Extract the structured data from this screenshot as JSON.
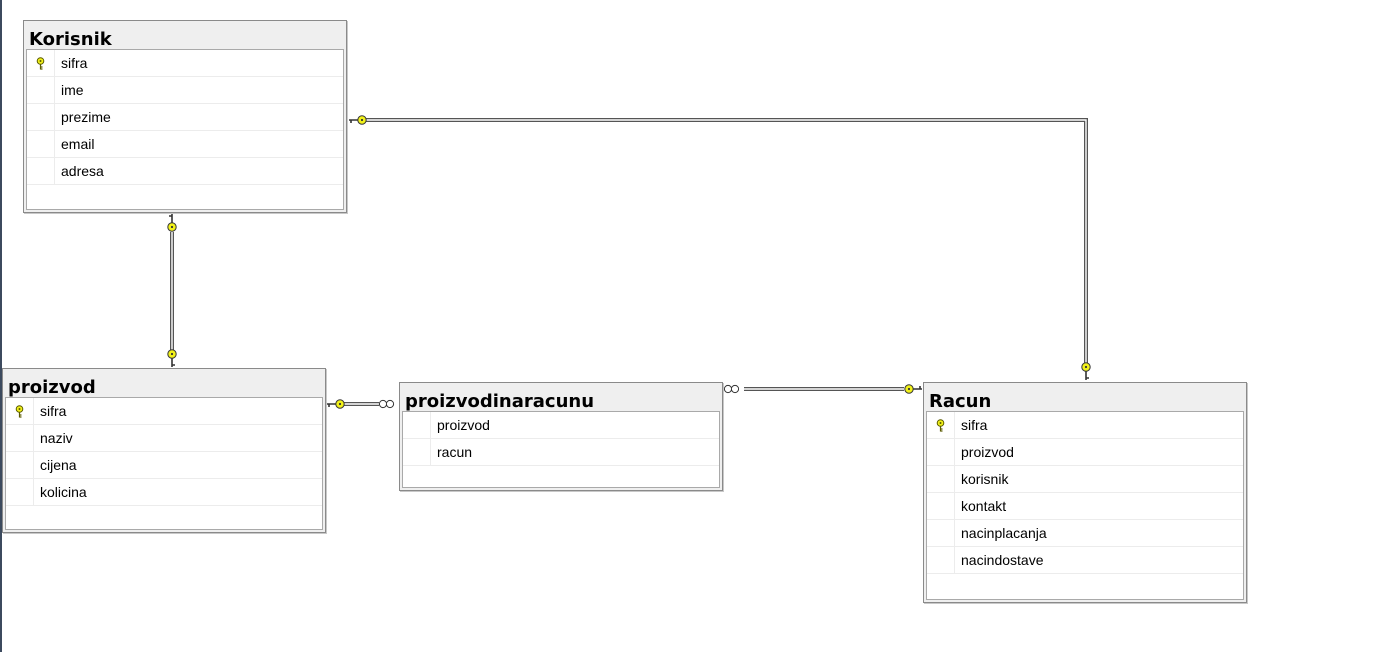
{
  "diagram": {
    "tables": [
      {
        "id": "korisnik",
        "title": "Korisnik",
        "columns": [
          {
            "name": "sifra",
            "pk": true
          },
          {
            "name": "ime"
          },
          {
            "name": "prezime"
          },
          {
            "name": "email"
          },
          {
            "name": "adresa"
          }
        ]
      },
      {
        "id": "proizvod",
        "title": "proizvod",
        "columns": [
          {
            "name": "sifra",
            "pk": true
          },
          {
            "name": "naziv"
          },
          {
            "name": "cijena"
          },
          {
            "name": "kolicina"
          }
        ]
      },
      {
        "id": "proizvodinaracunu",
        "title": "proizvodinaracunu",
        "columns": [
          {
            "name": "proizvod"
          },
          {
            "name": "racun"
          }
        ]
      },
      {
        "id": "racun",
        "title": "Racun",
        "columns": [
          {
            "name": "sifra",
            "pk": true
          },
          {
            "name": "proizvod"
          },
          {
            "name": "korisnik"
          },
          {
            "name": "kontakt"
          },
          {
            "name": "nacinplacanja"
          },
          {
            "name": "nacindostave"
          }
        ]
      }
    ],
    "relationships": [
      {
        "from": "korisnik",
        "to": "racun",
        "from_end": "key",
        "to_end": "key"
      },
      {
        "from": "korisnik",
        "to": "proizvod",
        "from_end": "key",
        "to_end": "key"
      },
      {
        "from": "proizvod",
        "to": "proizvodinaracunu",
        "from_end": "key",
        "to_end": "infinity"
      },
      {
        "from": "proizvodinaracunu",
        "to": "racun",
        "from_end": "infinity",
        "to_end": "key"
      }
    ],
    "colors": {
      "key_fill": "#f2f21a",
      "line": "#444444",
      "header_bg": "#efefef"
    }
  }
}
